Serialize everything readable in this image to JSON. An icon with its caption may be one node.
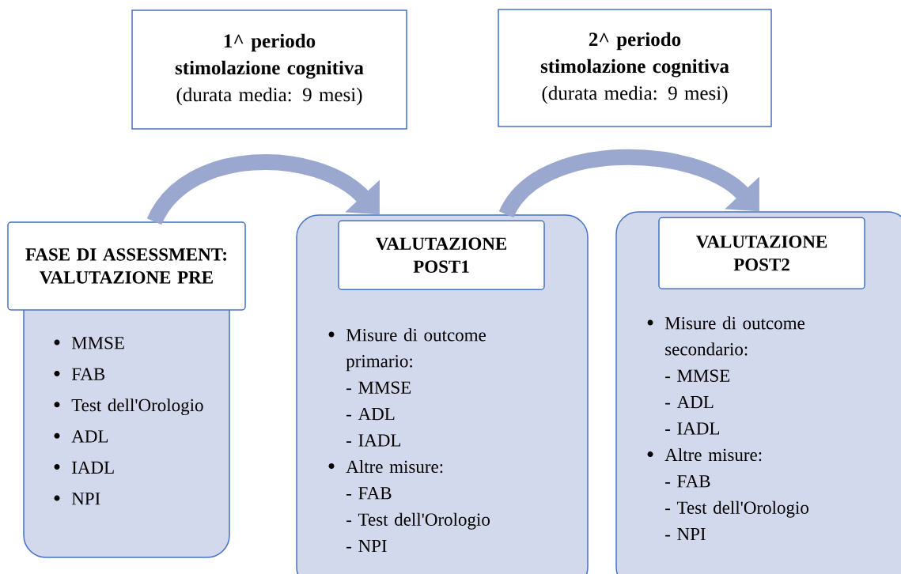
{
  "diagram": {
    "nodes": [
      {
        "text": [
          "1^ periodo stimolazione cognitiva",
          "(durata media: 9 mesi)"
        ]
      },
      {
        "text": [
          "2^ periodo stimolazione cognitiva",
          "(durata media: 9 mesi)"
        ]
      },
      {
        "text": [
          "FASE DI ASSESSMENT: VALUTAZIONE PRE"
        ]
      },
      {
        "text": [
          "MMSE",
          "FAB",
          "Test dell'Orologio",
          "ADL",
          "IADL",
          "NPI"
        ]
      },
      {
        "text": [
          "Misure di outcome primario:",
          "- MMSE",
          "- ADL",
          "- IADL",
          "Altre misure:",
          "- FAB",
          "- Test dell'Orologio",
          "- NPI"
        ]
      },
      {
        "text": [
          "VALUTAZIONE POST1"
        ],
        "in": 4
      },
      {
        "text": [
          "Misure di outcome secondario:",
          "- MMSE",
          "- ADL",
          "- IADL",
          "Altre misure:",
          "- FAB",
          "- Test dell'Orologio",
          "- NPI"
        ]
      },
      {
        "text": [
          "VALUTAZIONE POST2"
        ],
        "in": 6
      }
    ],
    "edges": [
      {
        "from": 2,
        "to": 4,
        "arrow": "to"
      },
      {
        "from": 4,
        "to": 6,
        "arrow": "to"
      }
    ]
  }
}
